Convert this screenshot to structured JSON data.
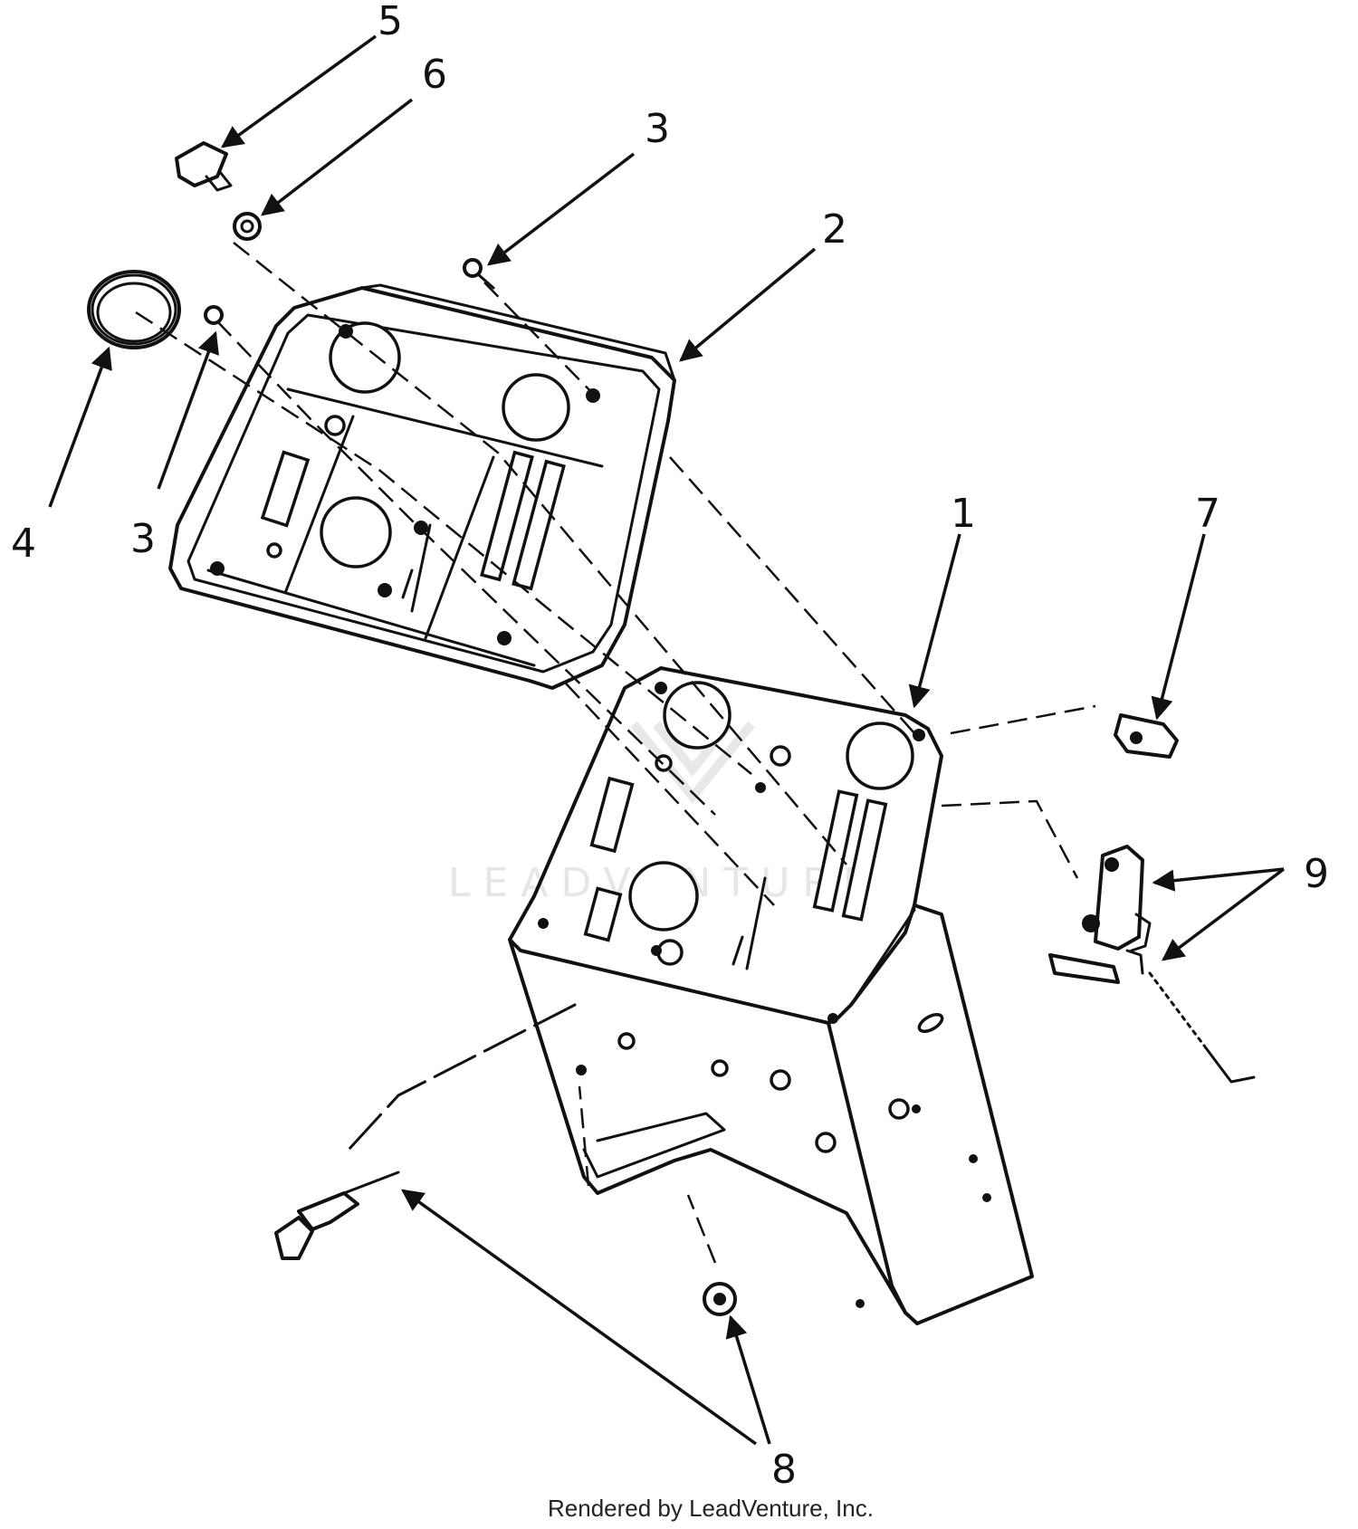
{
  "callouts": {
    "n1": "1",
    "n2": "2",
    "n3a": "3",
    "n3b": "3",
    "n4": "4",
    "n5": "5",
    "n6": "6",
    "n7": "7",
    "n8": "8",
    "n9": "9"
  },
  "watermark": "LEADVENTURE",
  "credit": "Rendered by LeadVenture, Inc."
}
